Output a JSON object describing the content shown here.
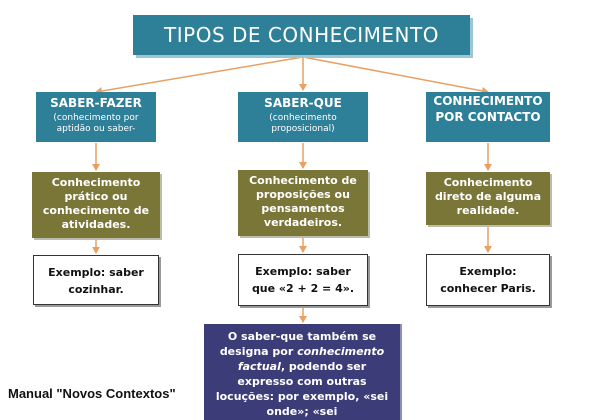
{
  "title": "TIPOS DE CONHECIMENTO",
  "columns": [
    {
      "heading": "SABER-FAZER",
      "subheading": "(conhecimento por aptidão ou saber-",
      "description": "Conhecimento prático ou conhecimento de atividades.",
      "example": "Exemplo: saber cozinhar."
    },
    {
      "heading": "SABER-QUE",
      "subheading": "(conhecimento proposicional)",
      "description": "Conhecimento de proposições ou pensamentos verdadeiros.",
      "example": "Exemplo: saber que «2 + 2 = 4»."
    },
    {
      "heading": "CONHECIMENTO POR CONTACTO",
      "subheading": "",
      "description": "Conhecimento direto de alguma realidade.",
      "example": "Exemplo: conhecer Paris."
    }
  ],
  "note": {
    "text_before": "O saber-que também se designa por ",
    "emphasis": "conhecimento factual",
    "text_after": ", podendo ser expresso com outras locuções: por exemplo, «sei onde»; «sei"
  },
  "footer": "Manual \"Novos Contextos\"",
  "colors": {
    "heading_fill": "#2e7f98",
    "description_fill": "#7a7638",
    "note_fill": "#3c3d78",
    "connector": "#e9a062"
  }
}
